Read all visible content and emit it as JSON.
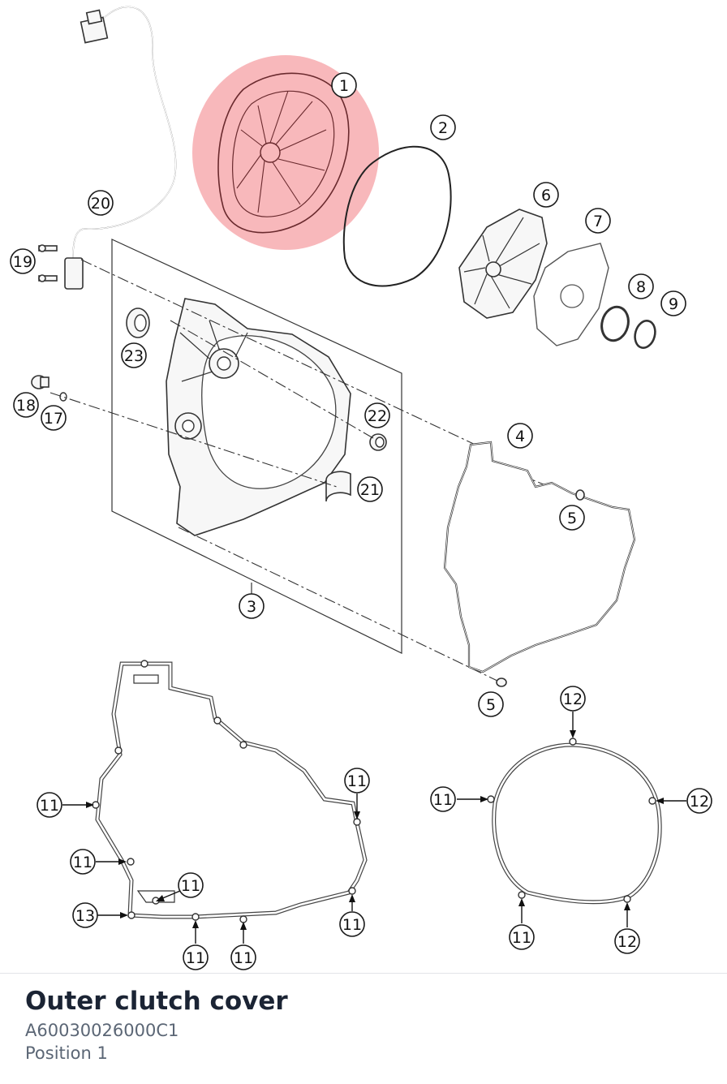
{
  "diagram": {
    "highlight_color": "#f5a0a4",
    "callouts": [
      "1",
      "2",
      "3",
      "4",
      "5",
      "6",
      "7",
      "8",
      "9",
      "11",
      "12",
      "13",
      "17",
      "18",
      "19",
      "20",
      "21",
      "22",
      "23"
    ]
  },
  "part": {
    "title": "Outer clutch cover",
    "code": "A60030026000C1",
    "position": "Position 1"
  }
}
